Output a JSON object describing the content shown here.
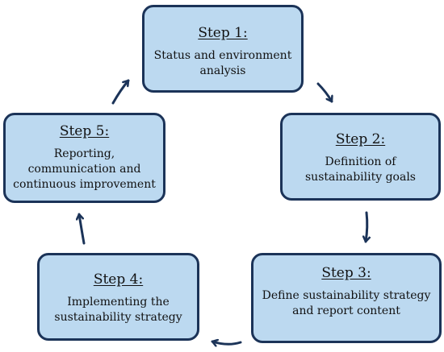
{
  "steps": [
    {
      "title": "Step 1:",
      "text": "Status and environment analysis"
    },
    {
      "title": "Step 2:",
      "text": "Definition of sustainability goals"
    },
    {
      "title": "Step 3:",
      "text": "Define sustainability strategy and report content"
    },
    {
      "title": "Step 4:",
      "text": "Implementing the sustainability strategy"
    },
    {
      "title": "Step 5:",
      "text": "Reporting, communication and continuous improvement"
    }
  ],
  "colors": {
    "box_fill": "#bcd9f0",
    "box_border": "#1b3358",
    "arrow": "#1b3358"
  }
}
